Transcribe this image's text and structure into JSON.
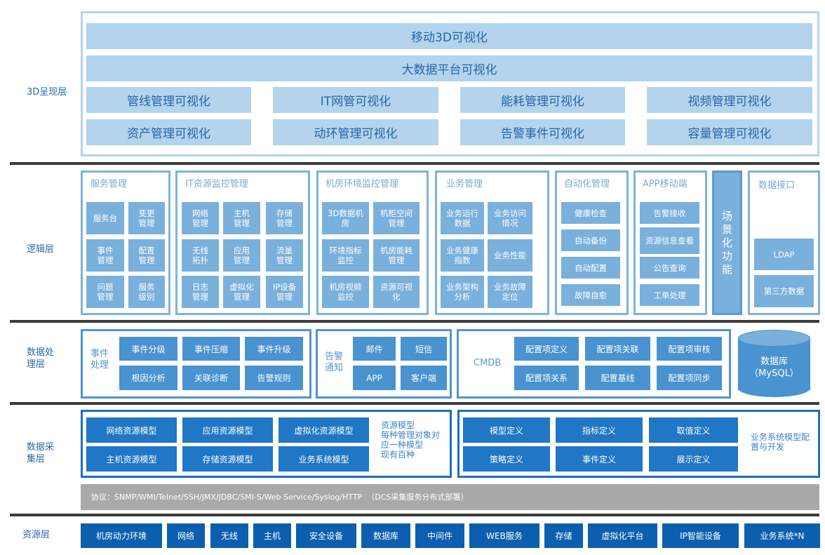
{
  "layers": {
    "presentation": "3D呈现层",
    "logic": "逻辑层",
    "processing": "数据处理层",
    "collection": "数据采集层",
    "resource": "资源层"
  },
  "presentation": {
    "row1": "移动3D可视化",
    "row2": "大数据平台可视化",
    "grid": [
      "管线管理可视化",
      "IT网管可视化",
      "能耗管理可视化",
      "视频管理可视化",
      "资产管理可视化",
      "动环管理可视化",
      "告警事件可视化",
      "容量管理可视化"
    ]
  },
  "logic": {
    "service": {
      "title": "服务管理",
      "items": [
        "服务台",
        "变更\n管理",
        "事件\n管理",
        "配置\n管理",
        "问题\n管理",
        "服务\n级别"
      ]
    },
    "it": {
      "title": "IT资源监控管理",
      "items": [
        "网络\n管理",
        "主机\n管理",
        "存储\n管理",
        "无线\n拓扑",
        "应用\n管理",
        "流量\n管理",
        "日志\n管理",
        "虚拟化\n管理",
        "IP设备\n管理"
      ]
    },
    "room": {
      "title": "机房环境监控管理",
      "items": [
        "3D数据机\n房",
        "机柜空间\n管理",
        "环境指标\n监控",
        "机房能耗\n管理",
        "机房视频\n监控",
        "资源可视\n化"
      ]
    },
    "business": {
      "title": "业务管理",
      "items": [
        "业务运行\n数据",
        "业务访问\n情况",
        "业务健康\n指数",
        "业务性能",
        "业务架构\n分析",
        "业务故障\n定位"
      ]
    },
    "automation": {
      "title": "自动化管理",
      "items": [
        "健康检查",
        "自动备份",
        "自动配置",
        "故障自愈"
      ]
    },
    "app": {
      "title": "APP移动端",
      "items": [
        "告警接收",
        "资源信息查看",
        "公告查询",
        "工单处理"
      ]
    },
    "scene": "场景化功能",
    "interface": {
      "title": "数据接口",
      "items": [
        "LDAP",
        "第三方数据"
      ]
    }
  },
  "processing": {
    "event": {
      "title": "事件\n处理",
      "items": [
        "事件分级",
        "事件压缩",
        "事件升级",
        "根因分析",
        "关联诊断",
        "告警规则"
      ]
    },
    "alert": {
      "title": "告警\n通知",
      "items": [
        "邮件",
        "短信",
        "APP",
        "客户端"
      ]
    },
    "cmdb": {
      "title": "CMDB",
      "items": [
        "配置项定义",
        "配置项关联",
        "配置项审核",
        "配置项关系",
        "配置基线",
        "配置项同步"
      ]
    },
    "database": "数据库\n（MySQL）"
  },
  "collection": {
    "models": {
      "items": [
        "网络资源模型",
        "应用资源模型",
        "虚拟化资源模型",
        "主机资源模型",
        "存储资源模型",
        "业务系统模型"
      ],
      "note": "资源模型\n每种管理对象对\n应一种模型\n现有百种"
    },
    "dev": {
      "items": [
        "模型定义",
        "指标定义",
        "取值定义",
        "策略定义",
        "事件定义",
        "展示定义"
      ],
      "note": "业务系统模型配\n置与开发"
    },
    "protocol": "协议：SNMP/WMI/Telnet/SSH/JMX/JDBC/SMI-S/Web Service/Syslog/HTTP  （DCS采集服务分布式部署）"
  },
  "resource": [
    "机房动力环境",
    "网络",
    "无线",
    "主机",
    "安全设备",
    "数据库",
    "中间件",
    "WEB服务",
    "存储",
    "虚拟化平台",
    "IP智能设备",
    "业务系统*N"
  ]
}
